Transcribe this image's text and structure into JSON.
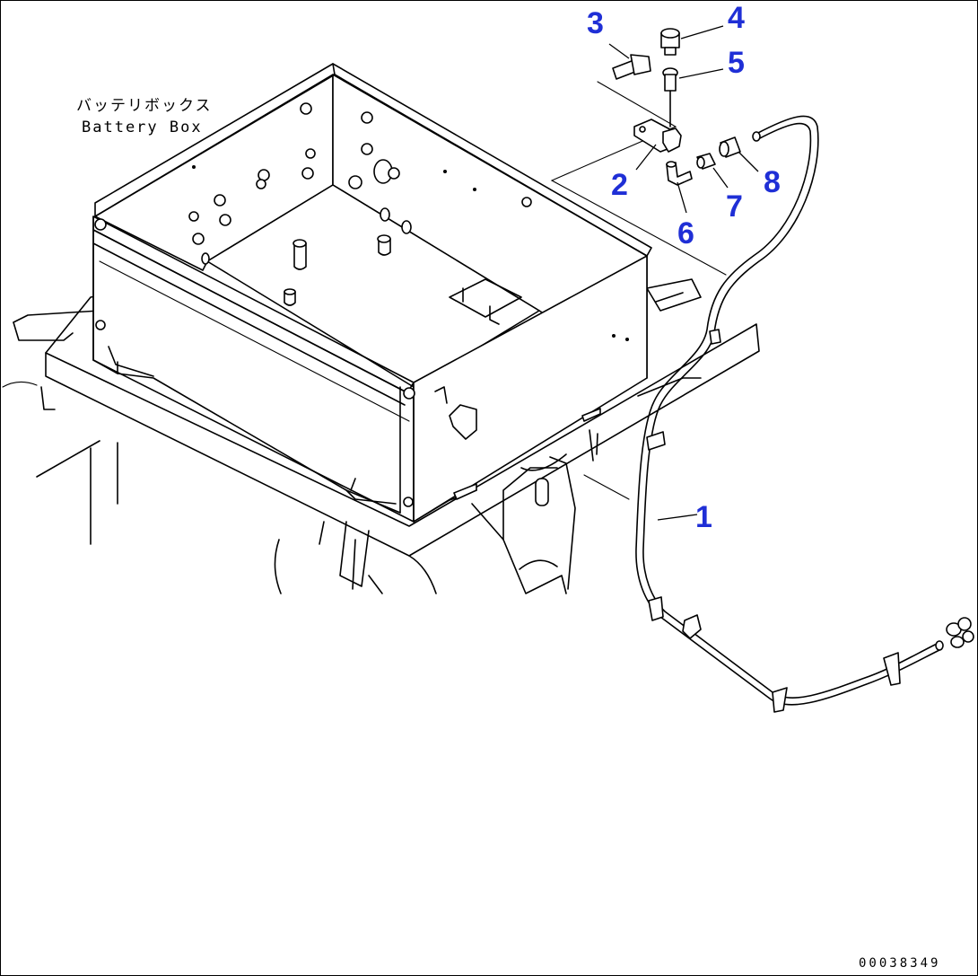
{
  "caption": {
    "japanese": "バッテリボックス",
    "english": "Battery Box"
  },
  "callouts": [
    {
      "id": "1",
      "label": "1"
    },
    {
      "id": "2",
      "label": "2"
    },
    {
      "id": "3",
      "label": "3"
    },
    {
      "id": "4",
      "label": "4"
    },
    {
      "id": "5",
      "label": "5"
    },
    {
      "id": "6",
      "label": "6"
    },
    {
      "id": "7",
      "label": "7"
    },
    {
      "id": "8",
      "label": "8"
    }
  ],
  "drawing_number": "00038349",
  "colors": {
    "callout": "#1f2fd6",
    "line": "#000000",
    "background": "#ffffff"
  }
}
